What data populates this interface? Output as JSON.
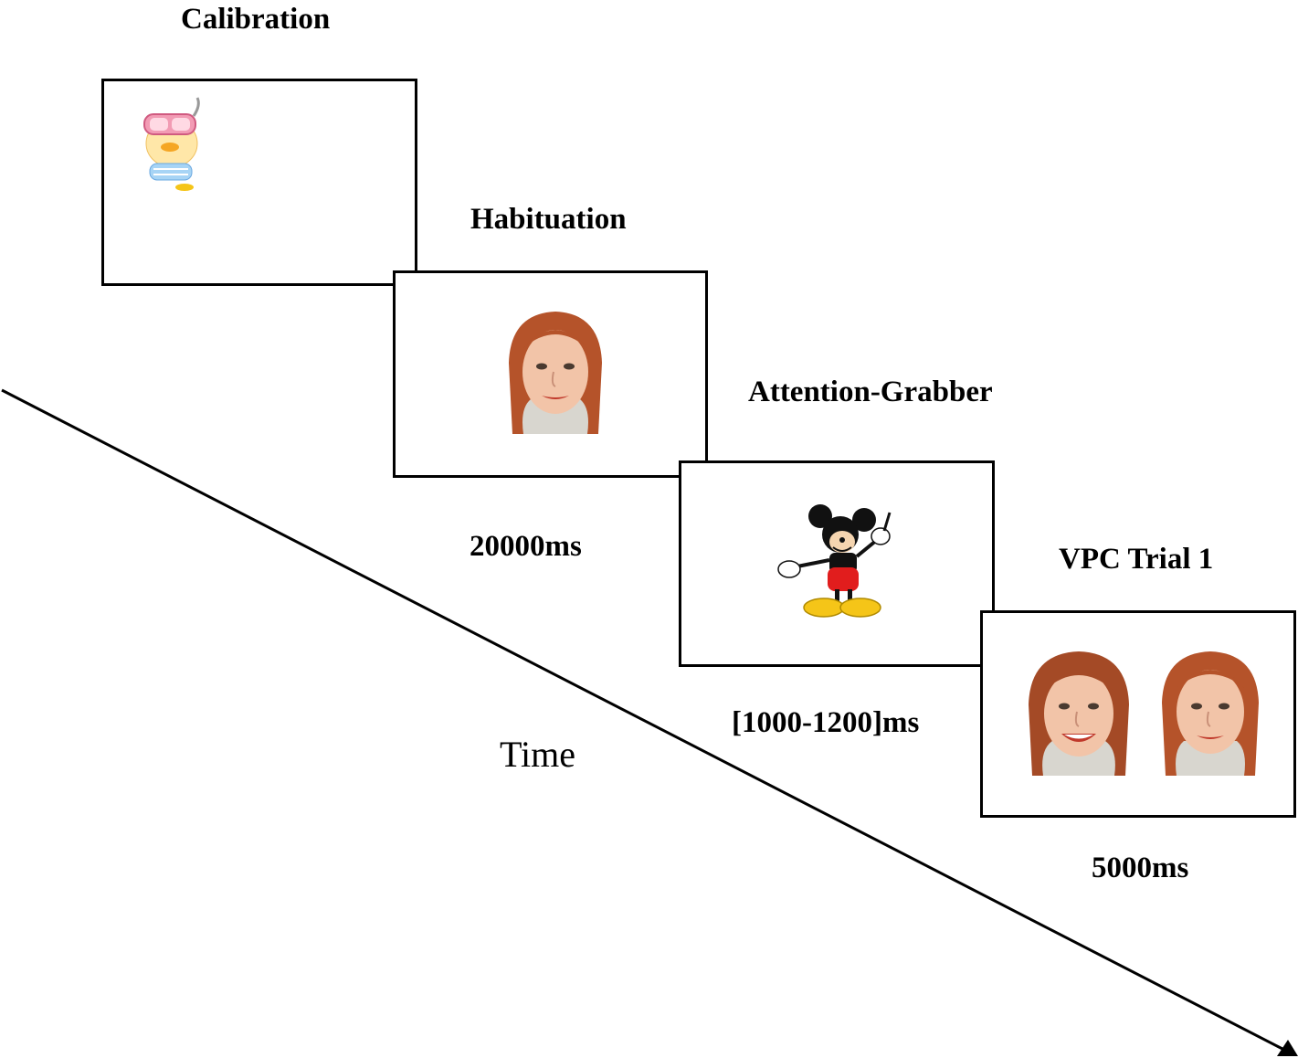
{
  "phases": [
    {
      "id": "calibration",
      "title": "Calibration",
      "duration": "",
      "stimulus_icon": "duck-cartoon-icon"
    },
    {
      "id": "habituation",
      "title": "Habituation",
      "duration": "20000ms",
      "stimulus_icon": "female-face-neutral-icon"
    },
    {
      "id": "attention",
      "title": "Attention-Grabber",
      "duration": "[1000-1200]ms",
      "stimulus_icon": "mickey-mouse-icon"
    },
    {
      "id": "vpc",
      "title": "VPC Trial 1",
      "duration": "5000ms",
      "stimulus_icon": "paired-faces-icon"
    }
  ],
  "axis": {
    "label": "Time"
  },
  "colors": {
    "frame_border": "#000000",
    "line": "#000000",
    "hair": "#b5532a",
    "skin": "#f2c4a8"
  }
}
